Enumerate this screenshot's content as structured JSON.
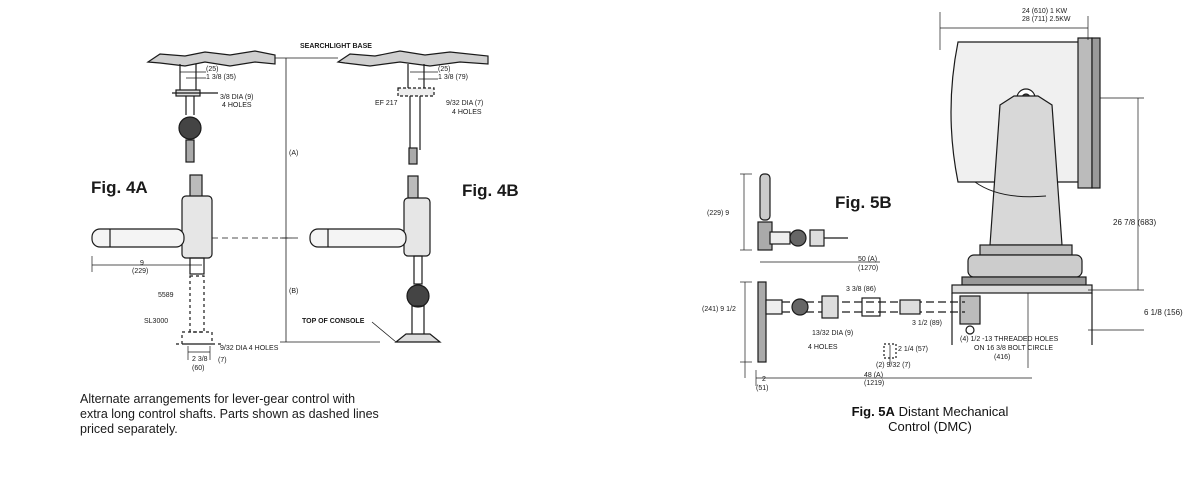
{
  "fig4": {
    "fig4a_label": "Fig. 4A",
    "fig4b_label": "Fig. 4B",
    "searchlight_base": "SEARCHLIGHT BASE",
    "dim_a": "(A)",
    "dim_b": "(B)",
    "top_of_console": "TOP OF CONSOLE",
    "left_top_dim1": "(25)",
    "left_top_dim2": "1 3/8 (35)",
    "left_hole_dia": "3/8 DIA (9)",
    "left_holes": "4 HOLES",
    "right_top_dim1": "(25)",
    "right_top_dim2": "1 3/8 (79)",
    "right_hole_dia": "9/32 DIA (7)",
    "right_holes": "4 HOLES",
    "ef_label": "EF 217",
    "handle_dim1": "9",
    "handle_dim2": "(229)",
    "part_5589": "5589",
    "part_sl3000": "SL3000",
    "bottom_dim": "2 3/8",
    "bottom_dim_mm": "(60)",
    "bottom_hole": "9/32 DIA 4 HOLES",
    "bottom_hole_mm": "(7)",
    "caption_line1": "Alternate arrangements for lever-gear control with",
    "caption_line2": "extra long control shafts. Parts shown as dashed lines",
    "caption_line3": "priced separately."
  },
  "fig5": {
    "fig5b_label": "Fig. 5B",
    "fig5a_label": "Fig. 5A",
    "fig5a_title_line1": "Distant Mechanical",
    "fig5a_title_line2": "Control (DMC)",
    "top_dim1": "24 (610) 1 KW",
    "top_dim2": "28 (711) 2.5KW",
    "height_dim": "26 7/8 (683)",
    "base_height_dim": "6 1/8 (156)",
    "handle_height": "(229) 9",
    "dim_50": "50 (A)",
    "dim_1270": "(1270)",
    "side_dim": "(241) 9 1/2",
    "dim_3_8": "3 3/8 (86)",
    "dia_label": "13/32 DIA (9)",
    "holes_label": "4 HOLES",
    "dim_3_5": "3 1/2 (89)",
    "dim_2_25": "2 1/4 (57)",
    "dim_2": "(2) 9/32 (7)",
    "threaded_holes": "(4) 1/2 -13 THREADED HOLES",
    "bolt_circle": "ON 16 3/8 BOLT CIRCLE",
    "bolt_circle_mm": "(416)",
    "dim_48": "48 (A)",
    "dim_1219": "(1219)",
    "dim_left_2": "2",
    "dim_left_51": "(51)"
  }
}
